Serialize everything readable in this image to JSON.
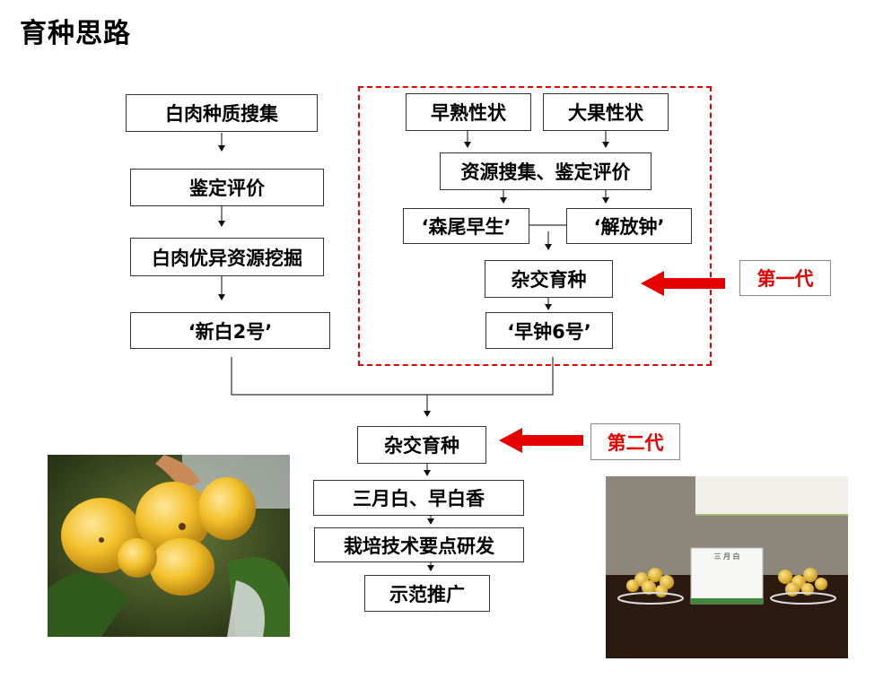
{
  "title": "育种思路",
  "left_column": [
    "白肉种质搜集",
    "鉴定评价",
    "白肉优异资源挖掘",
    "‘新白2号’"
  ],
  "gen1": {
    "trait_a": "早熟性状",
    "trait_b": "大果性状",
    "collect": "资源搜集、鉴定评价",
    "parent_a": "‘森尾早生’",
    "parent_b": "‘解放钟’",
    "cross": "杂交育种",
    "result": "‘早钟6号’",
    "label": "第一代"
  },
  "gen2": {
    "cross": "杂交育种",
    "result": "三月白、早白香",
    "research": "栽培技术要点研发",
    "promotion": "示范推广",
    "label": "第二代"
  },
  "colors": {
    "accent": "#e60000",
    "fruit": "#f2c02a"
  },
  "photo_right": {
    "card_title": "三 月 白"
  }
}
